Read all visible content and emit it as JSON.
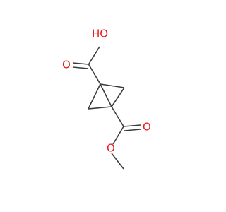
{
  "molecule": {
    "atoms": {
      "oh_label": "HO",
      "acid_carbonyl_o": "O",
      "ester_carbonyl_o": "O",
      "ester_o": "O"
    },
    "colors": {
      "bond": "#3c3c3c",
      "oxygen": "#e8171a"
    }
  }
}
